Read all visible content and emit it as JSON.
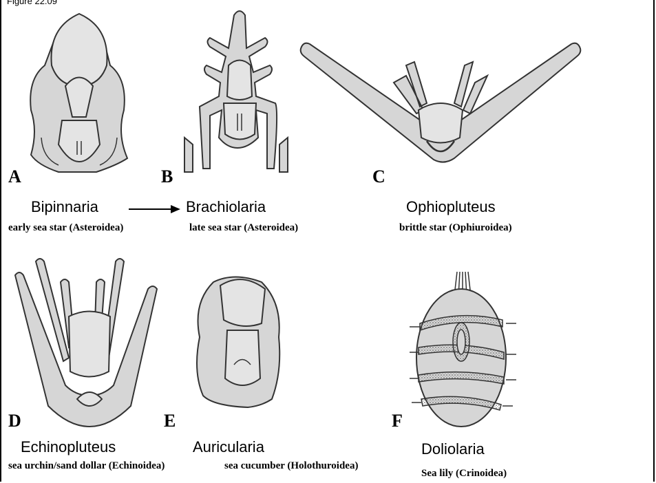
{
  "figure": {
    "number": "Figure 22.09"
  },
  "arrow": {
    "from": "Bipinnaria",
    "to": "Brachiolaria"
  },
  "panels": [
    {
      "letter": "A",
      "name": "Bipinnaria",
      "group": "early sea star (Asteroidea)",
      "icon": "bipinnaria-larva-drawing"
    },
    {
      "letter": "B",
      "name": "Brachiolaria",
      "group": "late sea star (Asteroidea)",
      "icon": "brachiolaria-larva-drawing"
    },
    {
      "letter": "C",
      "name": "Ophiopluteus",
      "group": "brittle star (Ophiuroidea)",
      "icon": "ophiopluteus-larva-drawing"
    },
    {
      "letter": "D",
      "name": "Echinopluteus",
      "group": "sea urchin/sand dollar (Echinoidea)",
      "icon": "echinopluteus-larva-drawing"
    },
    {
      "letter": "E",
      "name": "Auricularia",
      "group": "sea cucumber (Holothuroidea)",
      "icon": "auricularia-larva-drawing"
    },
    {
      "letter": "F",
      "name": "Doliolaria",
      "group": "Sea lily (Crinoidea)",
      "icon": "doliolaria-larva-drawing"
    }
  ],
  "colors": {
    "body_fill": "#d6d6d6",
    "outline": "#333333",
    "background": "#ffffff"
  }
}
